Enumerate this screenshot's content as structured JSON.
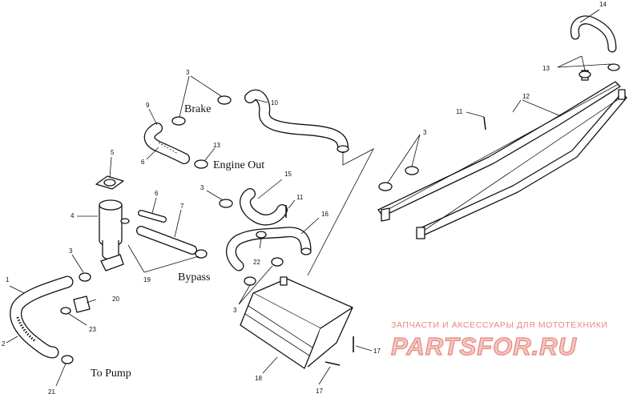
{
  "labels": {
    "brake": "Brake",
    "engine_out": "Engine Out",
    "bypass": "Bypass",
    "to_pump": "To Pump"
  },
  "callouts": {
    "n1": "1",
    "n2": "2",
    "n3a": "3",
    "n3b": "3",
    "n3c": "3",
    "n3d": "3",
    "n3e": "3",
    "n4": "4",
    "n5": "5",
    "n6a": "6",
    "n6b": "6",
    "n7": "7",
    "n9": "9",
    "n10": "10",
    "n11a": "11",
    "n11b": "11",
    "n12": "12",
    "n13a": "13",
    "n13b": "13",
    "n14": "14",
    "n15": "15",
    "n16": "16",
    "n17a": "17",
    "n17b": "17",
    "n18": "18",
    "n19": "19",
    "n20": "20",
    "n21": "21",
    "n22": "22",
    "n23": "23"
  },
  "watermark": {
    "tagline": "ЗАПЧАСТИ И АКСЕССУАРЫ ДЛЯ МОТОТЕХНИКИ",
    "brand": "PARTSFOR.RU",
    "color": "#e8867c"
  },
  "colors": {
    "ink": "#111111",
    "background": "#ffffff"
  }
}
